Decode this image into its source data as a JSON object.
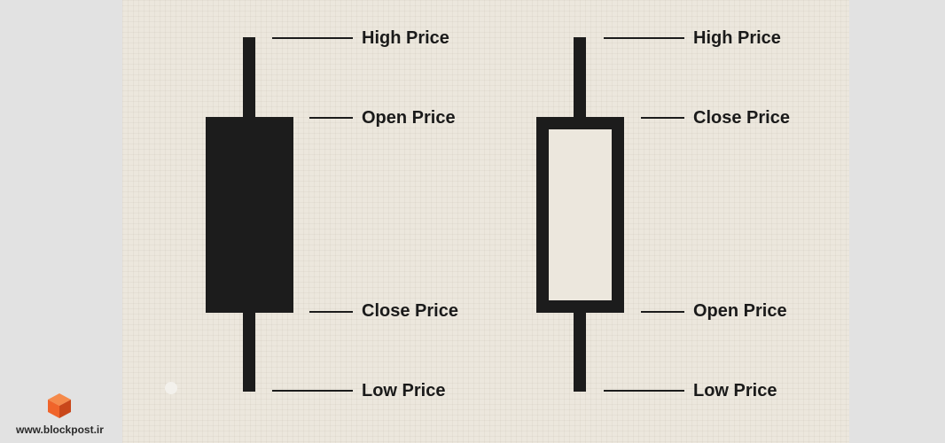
{
  "bearish_candle": {
    "labels": {
      "high": "High Price",
      "open": "Open Price",
      "close": "Close Price",
      "low": "Low Price"
    }
  },
  "bullish_candle": {
    "labels": {
      "high": "High Price",
      "close": "Close Price",
      "open": "Open Price",
      "low": "Low Price"
    }
  },
  "watermark": {
    "text": "www.blockpost.ir",
    "brand_color": "#f0642a"
  },
  "colors": {
    "ink": "#1c1c1c",
    "paper": "#ece7dd",
    "frame": "#e2e2e2"
  }
}
